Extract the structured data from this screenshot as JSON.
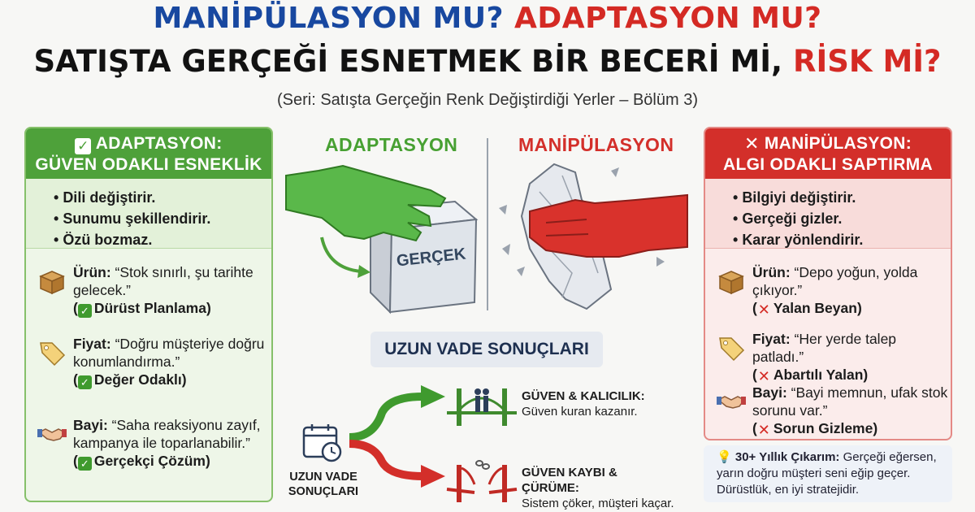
{
  "header": {
    "title_part1": "MANİPÜLASYON MU?",
    "title_part2": "ADAPTASYON MU?",
    "title2_part1": "SATIŞTA GERÇEĞİ ESNETMEK BİR BECERİ Mİ,",
    "title2_part2": "RİSK Mİ?",
    "subtitle": "(Seri: Satışta Gerçeğin Renk Değiştirdiği Yerler – Bölüm 3)"
  },
  "left_panel": {
    "heading_line1": "ADAPTASYON:",
    "heading_line2": "GÜVEN ODAKLI ESNEKLİK",
    "heading_icon": "check-icon",
    "bullets": [
      "Dili değiştirir.",
      "Sunumu şekillendirir.",
      "Özü bozmaz."
    ],
    "examples": [
      {
        "icon": "box-icon",
        "label": "Ürün:",
        "text": "“Stok sınırlı, şu tarihte gelecek.”",
        "verdict": "Dürüst Planlama"
      },
      {
        "icon": "price-tag-icon",
        "label": "Fiyat:",
        "text": "“Doğru müşteriye doğru konumlandırma.”",
        "verdict": "Değer Odaklı"
      },
      {
        "icon": "handshake-icon",
        "label": "Bayi:",
        "text": "“Saha reaksiyonu zayıf, kampanya ile toparlanabilir.”",
        "verdict": "Gerçekçi Çözüm"
      }
    ]
  },
  "right_panel": {
    "heading_line1": "MANİPÜLASYON:",
    "heading_line2": "ALGI ODAKLI SAPTIRMA",
    "heading_icon": "cross-icon",
    "bullets": [
      "Bilgiyi değiştirir.",
      "Gerçeği gizler.",
      "Karar yönlendirir."
    ],
    "examples": [
      {
        "icon": "box-icon",
        "label": "Ürün:",
        "text": "“Depo yoğun, yolda çıkıyor.”",
        "verdict": "Yalan Beyan"
      },
      {
        "icon": "price-tag-icon",
        "label": "Fiyat:",
        "text": "“Her yerde talep patladı.”",
        "verdict": "Abartılı Yalan"
      },
      {
        "icon": "handshake-icon",
        "label": "Bayi:",
        "text": "“Bayi memnun, ufak stok sorunu var.”",
        "verdict": "Sorun Gizleme"
      }
    ]
  },
  "center": {
    "adapt_label": "ADAPTASYON",
    "manip_label": "MANİPÜLASYON",
    "cube_label": "GERÇEK",
    "long_term_title": "UZUN VADE SONUÇLARI",
    "long_term_icon_label": "UZUN VADE SONUÇLARI",
    "good_outcome_title": "GÜVEN & KALICILIK:",
    "good_outcome_text": "Güven kuran kazanır.",
    "bad_outcome_title": "GÜVEN KAYBI & ÇÜRÜME:",
    "bad_outcome_text": "Sistem çöker, müşteri kaçar."
  },
  "takeaway": {
    "icon": "lightbulb-icon",
    "label": "30+ Yıllık Çıkarım:",
    "text": "Gerçeği eğersen, yarın doğru müşteri seni eğip geçer. Dürüstlük, en iyi stratejidir."
  },
  "colors": {
    "blue": "#1848a0",
    "red": "#d42a24",
    "green": "#4ea13a"
  }
}
